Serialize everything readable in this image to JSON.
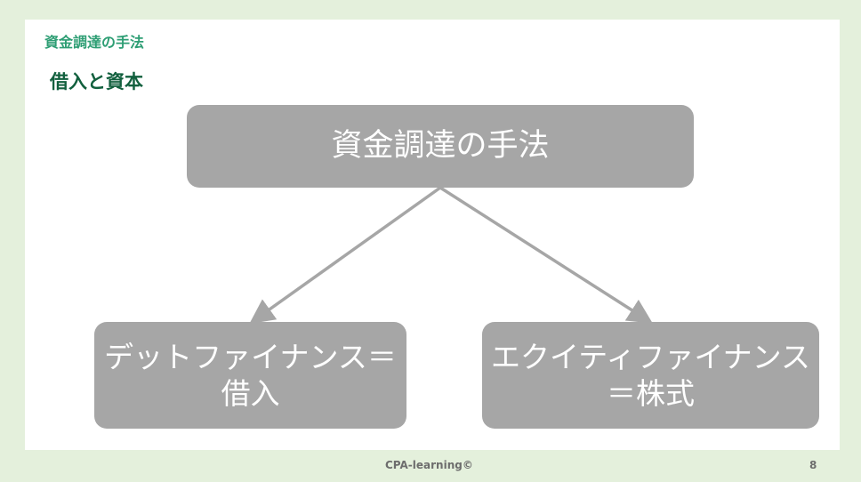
{
  "header": {
    "subtitle": "資金調達の手法",
    "title": "借入と資本"
  },
  "diagram": {
    "root": "資金調達の手法",
    "left_line1": "デットファイナンス＝",
    "left_line2": "借入",
    "right_line1": "エクイティファイナンス",
    "right_line2": "＝株式"
  },
  "footer": {
    "text": "CPA-learning©",
    "page": "8"
  },
  "colors": {
    "background": "#e4f0dc",
    "accent_subtitle": "#2e9e74",
    "accent_title": "#12603e",
    "box": "#a6a6a6",
    "connector": "#a6a6a6"
  }
}
